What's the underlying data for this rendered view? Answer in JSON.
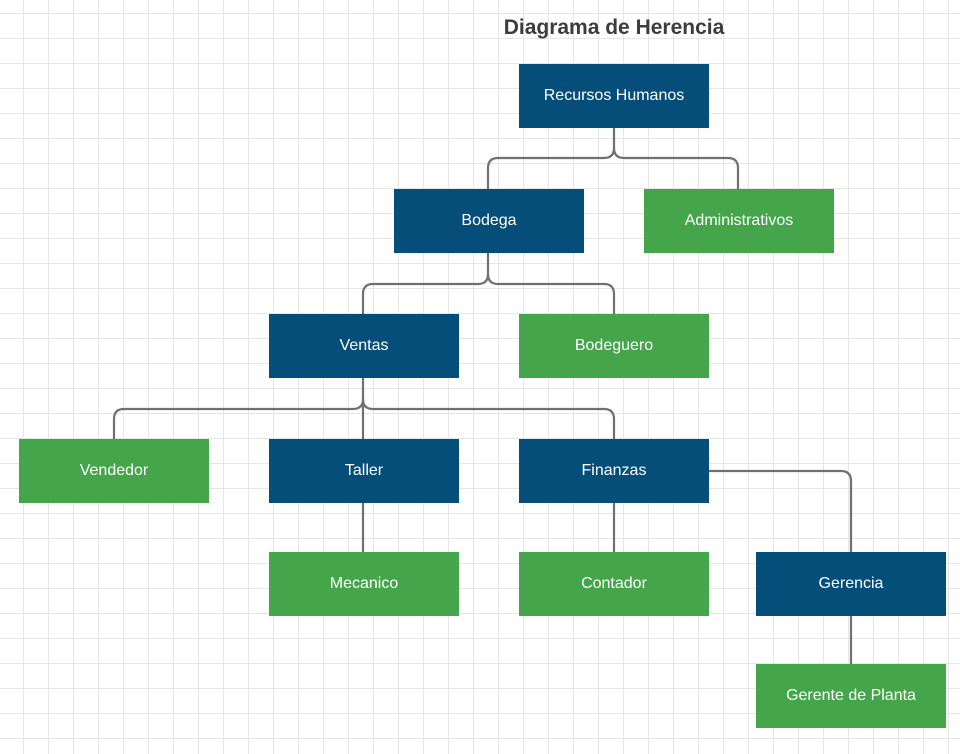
{
  "diagram": {
    "title": "Diagrama de Herencia",
    "nodes": {
      "recursos_humanos": "Recursos Humanos",
      "bodega": "Bodega",
      "administrativos": "Administrativos",
      "ventas": "Ventas",
      "bodeguero": "Bodeguero",
      "vendedor": "Vendedor",
      "taller": "Taller",
      "finanzas": "Finanzas",
      "mecanico": "Mecanico",
      "contador": "Contador",
      "gerencia": "Gerencia",
      "gerente_de_planta": "Gerente de Planta"
    },
    "colors": {
      "class_box": "#064e7a",
      "leaf_box": "#45a54a",
      "connector": "#707070",
      "grid": "#e6e6e6"
    }
  }
}
